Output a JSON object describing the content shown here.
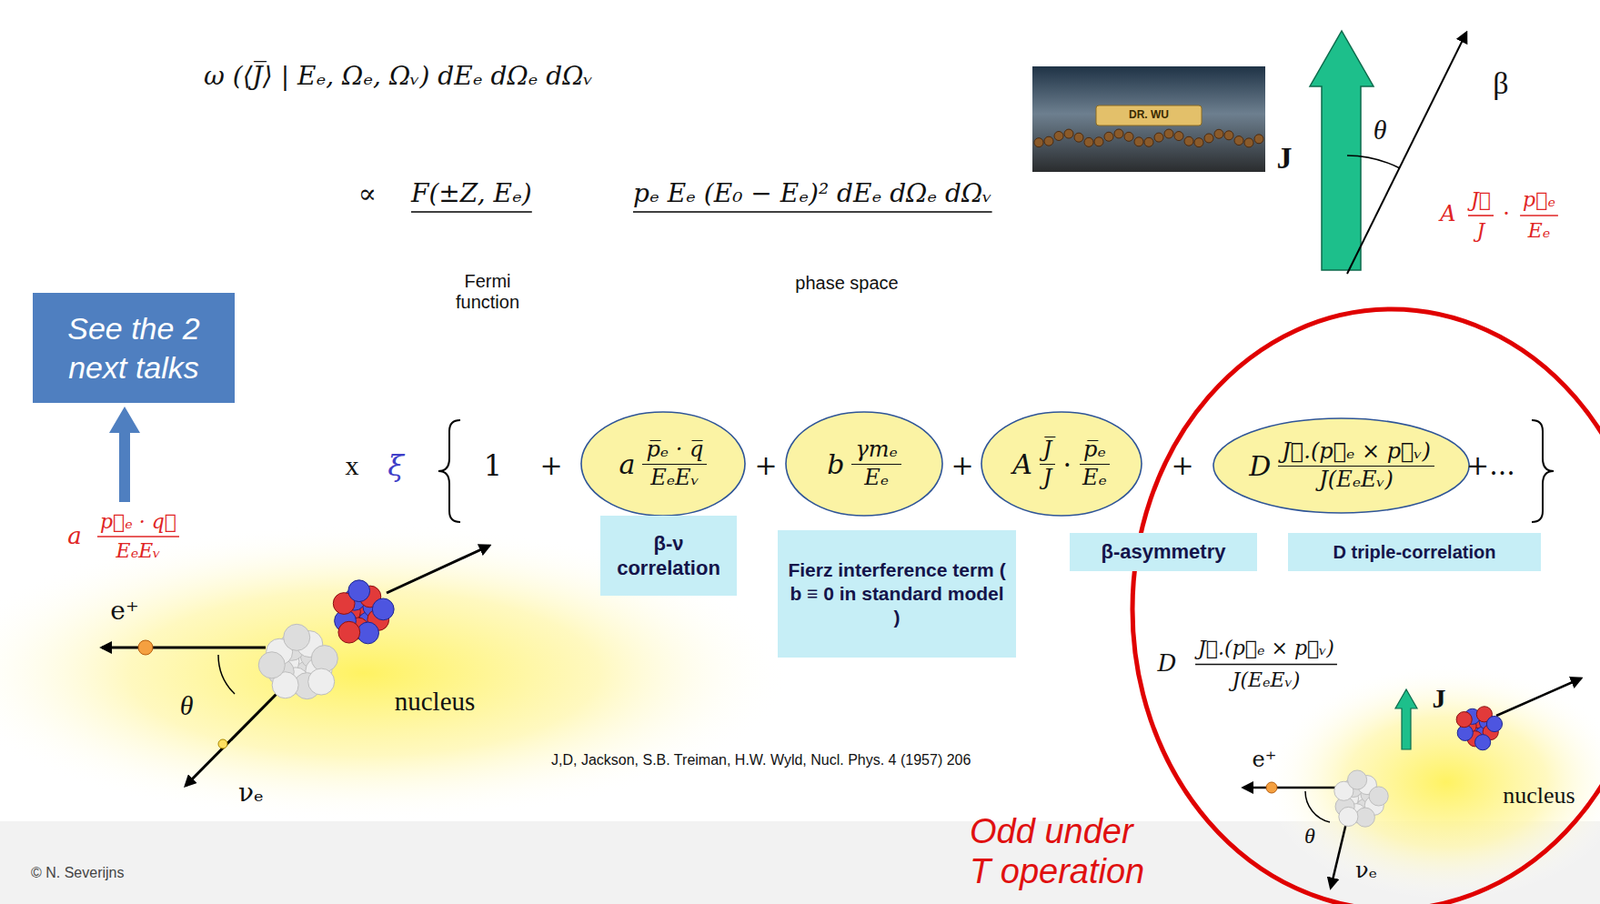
{
  "diagram": {
    "nodes": [
      {
        "text": [
          "See the 2 next talks"
        ]
      },
      {
        "text": [
          "a",
          "p̅ₑ · q̅",
          "EₑEᵥ"
        ]
      },
      {
        "text": [
          "b",
          "γmₑ",
          "Eₑ"
        ]
      },
      {
        "text": [
          "A",
          "J̅",
          "J",
          "·",
          "p̅ₑ",
          "Eₑ"
        ]
      },
      {
        "text": [
          "D",
          "J⃗.(p⃗ₑ × p⃗ᵥ)",
          "J(EₑEᵥ)"
        ]
      },
      {
        "text": [
          "β-ν correlation"
        ]
      },
      {
        "text": [
          "Fierz interference term ( b ≡ 0 in standard model )"
        ]
      },
      {
        "text": [
          "β-asymmetry"
        ]
      },
      {
        "text": [
          "D triple-correlation"
        ]
      }
    ],
    "labels": [
      "ω (⟨J̅⟩ | Eₑ, Ωₑ, Ωᵥ) dEₑ dΩₑ dΩᵥ",
      "DR. WU",
      "J",
      "θ",
      "β",
      "A",
      "J⃗",
      "J",
      "·",
      "p⃗ₑ",
      "Eₑ",
      "∝",
      "F(±Z, Eₑ)",
      "Fermi function",
      "pₑ Eₑ (E₀ − Eₑ)² dEₑ dΩₑ dΩᵥ",
      "phase space",
      "x",
      "ξ",
      "1",
      "+",
      "+",
      "+",
      "+",
      "+...",
      "a",
      "p⃗ₑ · q⃗",
      "EₑEᵥ",
      "e⁺",
      "θ",
      "νₑ",
      "nucleus",
      "J,D, Jackson, S.B. Treiman, H.W. Wyld, Nucl. Phys. 4 (1957) 206",
      "D",
      "J⃗.(p⃗ₑ × p⃗ᵥ)",
      "J(EₑEᵥ)",
      "J",
      "e⁺",
      "θ",
      "νₑ",
      "nucleus",
      "Odd under T operation",
      "© N. Severijns"
    ]
  }
}
